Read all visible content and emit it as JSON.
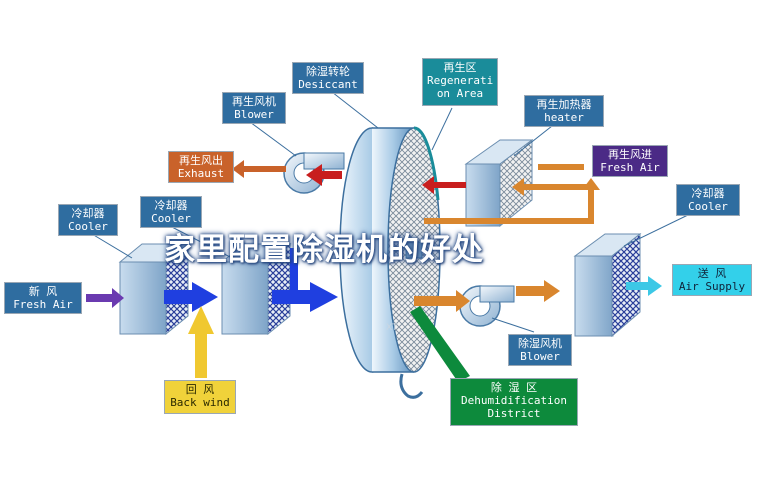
{
  "headline": "家里配置除湿机的好处",
  "watermark": "XT",
  "colors": {
    "blue_label": "#2f6da0",
    "exhaust_label": "#c9622a",
    "fresh_label": "#4b2a86",
    "supply_label": "#33d0ea",
    "backwind_label": "#f0d23a",
    "district_label": "#0d8a3c",
    "regen_label": "#1a8c9a",
    "arrow_blue": "#1f3fe0",
    "arrow_orange": "#d9862e",
    "arrow_red": "#c81e1e",
    "arrow_yellow": "#f0c830",
    "arrow_purple": "#6a3ab0",
    "arrow_cyan": "#3cc8e6"
  },
  "labels": {
    "desiccant": {
      "cn": "除湿转轮",
      "en": "Desiccant"
    },
    "regen_area": {
      "cn": "再生区",
      "en1": "Regenerati",
      "en2": "on Area"
    },
    "blower_top": {
      "cn": "再生风机",
      "en": "Blower"
    },
    "heater": {
      "cn": "再生加热器",
      "en": "heater"
    },
    "exhaust": {
      "cn": "再生风出",
      "en": "Exhaust"
    },
    "fresh_in": {
      "cn": "再生风进",
      "en": "Fresh Air"
    },
    "cooler_left": {
      "cn": "冷却器",
      "en": "Cooler"
    },
    "cooler_mid": {
      "cn": "冷却器",
      "en": "Cooler"
    },
    "cooler_right": {
      "cn": "冷却器",
      "en": "Cooler"
    },
    "new_fresh": {
      "cn": "新    风",
      "en": "Fresh Air"
    },
    "supply": {
      "cn": "送  风",
      "en": "Air Supply"
    },
    "back_wind": {
      "cn": "回    风",
      "en": "Back wind"
    },
    "blower_bottom": {
      "cn": "除湿风机",
      "en": "Blower"
    },
    "district": {
      "cn": "除    湿    区",
      "en1": "Dehumidification",
      "en2": "District"
    }
  }
}
